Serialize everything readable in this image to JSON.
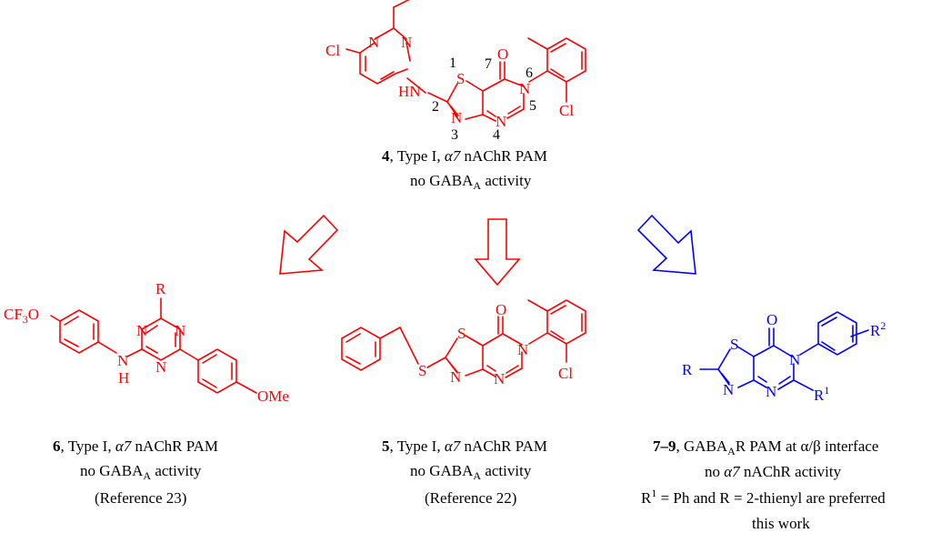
{
  "colors": {
    "red": "#ff0000",
    "blue": "#0000ff",
    "black": "#000000"
  },
  "compounds": {
    "c4": {
      "atoms": {
        "cl_left": "Cl",
        "n_top": "N",
        "n_pyr": "N",
        "hn": "HN",
        "s": "S",
        "o": "O",
        "n6": "N",
        "cl_ring": "Cl",
        "n_thz": "N",
        "n4": "N"
      },
      "numbers": {
        "p1": "1",
        "p2": "2",
        "p3": "3",
        "p4": "4",
        "p5": "5",
        "p6": "6",
        "p7": "7"
      },
      "caption": {
        "id": "4",
        "line1_rest": ", Type I, ",
        "alpha": "α7",
        "line1_end": " nAChR PAM",
        "line2_a": "no GABA",
        "line2_sub": "A",
        "line2_b": " activity"
      }
    },
    "c6": {
      "atoms": {
        "r": "R",
        "cf3o": "CF",
        "cf3o_sub": "3",
        "cf3o_end": "O",
        "n_a": "N",
        "n_b": "N",
        "n_c": "N",
        "nh_n": "N",
        "nh_h": "H",
        "ome": "OMe"
      },
      "caption": {
        "id": "6",
        "line1_rest": ", Type I, ",
        "alpha": "α7",
        "line1_end": " nAChR PAM",
        "line2_a": "no GABA",
        "line2_sub": "A",
        "line2_b": " activity",
        "line3": "(Reference 23)"
      }
    },
    "c5": {
      "atoms": {
        "s_thz": "S",
        "s_link": "S",
        "o": "O",
        "n6": "N",
        "n_thz": "N",
        "n4": "N",
        "cl": "Cl"
      },
      "caption": {
        "id": "5",
        "line1_rest": ", Type I, ",
        "alpha": "α7",
        "line1_end": " nAChR PAM",
        "line2_a": "no GABA",
        "line2_sub": "A",
        "line2_b": " activity",
        "line3": "(Reference 22)"
      }
    },
    "c79": {
      "atoms": {
        "r": "R",
        "s": "S",
        "o": "O",
        "n6": "N",
        "n_thz": "N",
        "n4": "N",
        "r1": "R",
        "r1_sup": "1",
        "r2": "R",
        "r2_sup": "2"
      },
      "caption": {
        "id": "7–9",
        "line1_a": ", GABA",
        "line1_sub": "A",
        "line1_b": "R PAM at α/β interface",
        "line2_a": "no ",
        "line2_alpha": "α7",
        "line2_b": " nAChR activity",
        "line3_a": "R",
        "line3_sup1": "1",
        "line3_b": " = Ph and R = 2-thienyl are preferred",
        "line4": "this work"
      }
    }
  }
}
